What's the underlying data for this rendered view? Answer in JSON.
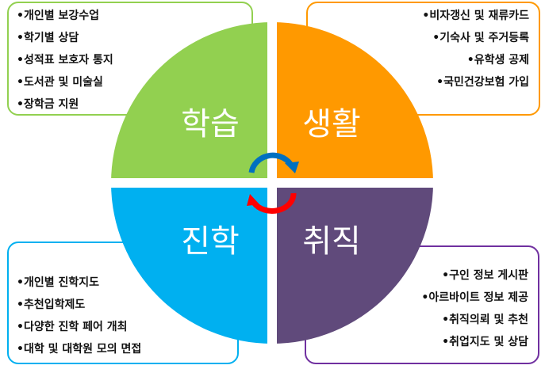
{
  "quadrants": {
    "study": {
      "title": "학습",
      "color": "#92d050",
      "items": [
        "개인별 보강수업",
        "학기별 상담",
        "성적표 보호자 통지",
        "도서관 및 미술실",
        "장학금 지원"
      ]
    },
    "life": {
      "title": "생활",
      "color": "#ff9900",
      "items": [
        "비자갱신 및 재류카드",
        "기숙사 및 주거등록",
        "유학생 공제",
        "국민건강보험 가입"
      ]
    },
    "advance": {
      "title": "진학",
      "color": "#00b0f0",
      "items": [
        "개인별 진학지도",
        "추천입학제도",
        "다양한 진학 페어 개최",
        "대학 및 대학원 모의 면접"
      ]
    },
    "job": {
      "title": "취직",
      "color": "#604a7b",
      "items": [
        "구인 정보 게시판",
        "아르바이트 정보 제공",
        "취직의뢰 및 추천",
        "취업지도 및 상담"
      ]
    }
  },
  "arrows": {
    "top": "#0070c0",
    "bottom": "#ff0000"
  }
}
